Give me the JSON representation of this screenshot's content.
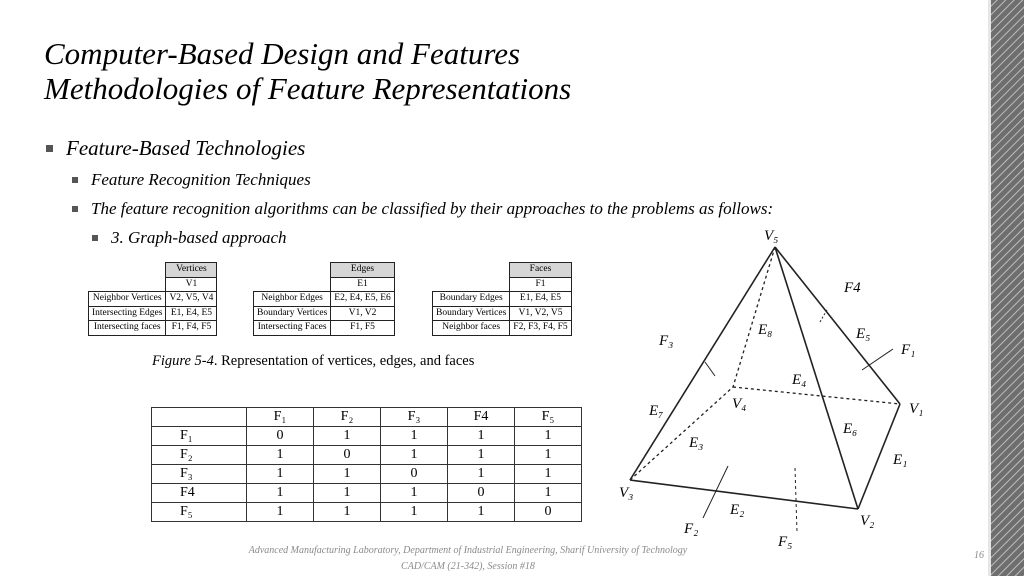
{
  "slide": {
    "title_line1": "Computer-Based Design and Features",
    "title_line2": "Methodologies of Feature Representations",
    "bullet1": "Feature-Based Technologies",
    "bullet2": "Feature Recognition Techniques",
    "bullet3": "The feature recognition algorithms can be classified by their approaches to the problems as follows:",
    "bullet4": "3. Graph-based approach"
  },
  "vertices_table": {
    "header": "Vertices",
    "subheader": "V1",
    "rows": [
      {
        "label": "Neighbor Vertices",
        "value": "V2, V5, V4"
      },
      {
        "label": "Intersecting Edges",
        "value": "E1, E4, E5"
      },
      {
        "label": "Intersecting faces",
        "value": "F1, F4, F5"
      }
    ]
  },
  "edges_table": {
    "header": "Edges",
    "subheader": "E1",
    "rows": [
      {
        "label": "Neighbor Edges",
        "value": "E2, E4, E5, E6"
      },
      {
        "label": "Boundary Vertices",
        "value": "V1, V2"
      },
      {
        "label": "Intersecting Faces",
        "value": "F1, F5"
      }
    ]
  },
  "faces_table": {
    "header": "Faces",
    "subheader": "F1",
    "rows": [
      {
        "label": "Boundary Edges",
        "value": "E1, E4, E5"
      },
      {
        "label": "Boundary Vertices",
        "value": "V1, V2, V5"
      },
      {
        "label": "Neighbor faces",
        "value": "F2, F3, F4, F5"
      }
    ]
  },
  "figure_caption": {
    "prefix": "Figure 5-4",
    "text": ". Representation of vertices, edges, and faces"
  },
  "adjacency": {
    "headers": [
      "F1",
      "F2",
      "F3",
      "F4",
      "F5"
    ],
    "rows": [
      {
        "label": "F1",
        "values": [
          0,
          1,
          1,
          1,
          1
        ]
      },
      {
        "label": "F2",
        "values": [
          1,
          0,
          1,
          1,
          1
        ]
      },
      {
        "label": "F3",
        "values": [
          1,
          1,
          0,
          1,
          1
        ]
      },
      {
        "label": "F4",
        "values": [
          1,
          1,
          1,
          0,
          1
        ]
      },
      {
        "label": "F5",
        "values": [
          1,
          1,
          1,
          1,
          0
        ]
      }
    ]
  },
  "pyramid_labels": {
    "v5": "V5",
    "v1": "V1",
    "v2": "V2",
    "v3": "V3",
    "v4": "V4",
    "e1": "E1",
    "e2": "E2",
    "e3": "E3",
    "e4": "E4",
    "e5": "E5",
    "e6": "E6",
    "e7": "E7",
    "e8": "E8",
    "f1": "F1",
    "f2": "F2",
    "f3": "F3",
    "f4": "F4",
    "f5": "F5"
  },
  "footer": {
    "line1": "Advanced Manufacturing Laboratory, Department of Industrial Engineering, Sharif University of Technology",
    "line2": "CAD/CAM (21-342), Session #18",
    "page": "16"
  }
}
